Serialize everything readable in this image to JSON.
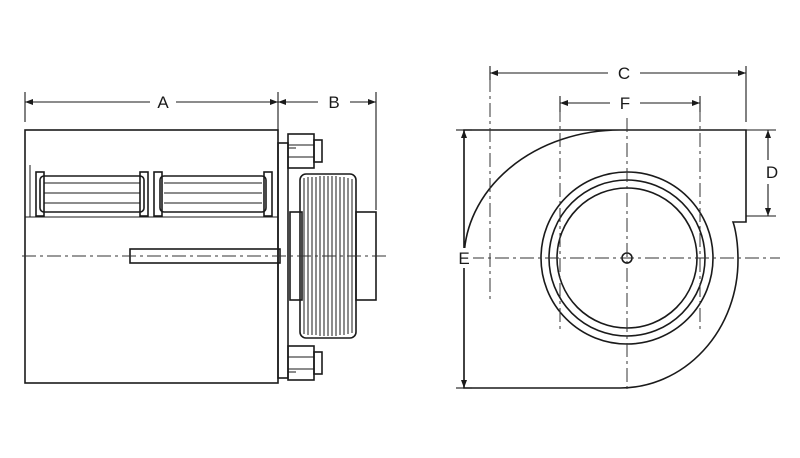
{
  "dimension_labels": {
    "A": "A",
    "B": "B",
    "C": "C",
    "D": "D",
    "E": "E",
    "F": "F"
  }
}
